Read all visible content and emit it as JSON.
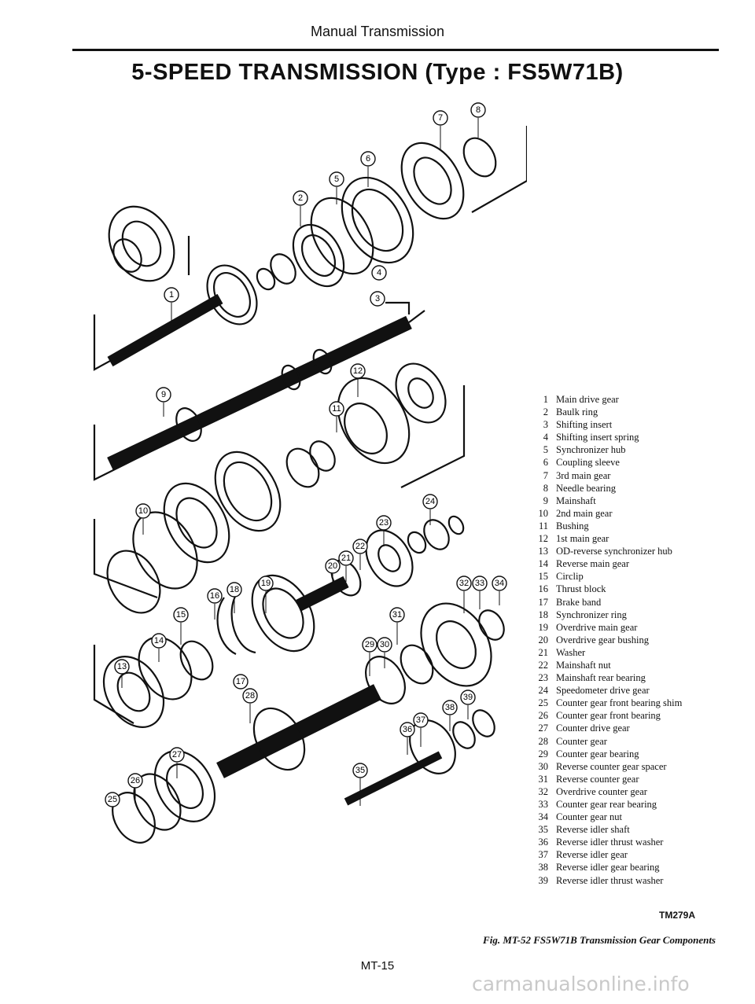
{
  "header": {
    "section": "Manual Transmission"
  },
  "title": "5-SPEED TRANSMISSION (Type : FS5W71B)",
  "legend": [
    {
      "n": "1",
      "label": "Main drive gear"
    },
    {
      "n": "2",
      "label": "Baulk ring"
    },
    {
      "n": "3",
      "label": "Shifting insert"
    },
    {
      "n": "4",
      "label": "Shifting insert spring"
    },
    {
      "n": "5",
      "label": "Synchronizer hub"
    },
    {
      "n": "6",
      "label": "Coupling sleeve"
    },
    {
      "n": "7",
      "label": "3rd main gear"
    },
    {
      "n": "8",
      "label": "Needle bearing"
    },
    {
      "n": "9",
      "label": "Mainshaft"
    },
    {
      "n": "10",
      "label": "2nd main gear"
    },
    {
      "n": "11",
      "label": "Bushing"
    },
    {
      "n": "12",
      "label": "1st main gear"
    },
    {
      "n": "13",
      "label": "OD-reverse synchronizer hub"
    },
    {
      "n": "14",
      "label": "Reverse main gear"
    },
    {
      "n": "15",
      "label": "Circlip"
    },
    {
      "n": "16",
      "label": "Thrust block"
    },
    {
      "n": "17",
      "label": "Brake band"
    },
    {
      "n": "18",
      "label": "Synchronizer ring"
    },
    {
      "n": "19",
      "label": "Overdrive main gear"
    },
    {
      "n": "20",
      "label": "Overdrive gear bushing"
    },
    {
      "n": "21",
      "label": "Washer"
    },
    {
      "n": "22",
      "label": "Mainshaft nut"
    },
    {
      "n": "23",
      "label": "Mainshaft rear bearing"
    },
    {
      "n": "24",
      "label": "Speedometer drive gear"
    },
    {
      "n": "25",
      "label": "Counter gear front bearing shim"
    },
    {
      "n": "26",
      "label": "Counter gear front bearing"
    },
    {
      "n": "27",
      "label": "Counter drive gear"
    },
    {
      "n": "28",
      "label": "Counter gear"
    },
    {
      "n": "29",
      "label": "Counter gear bearing"
    },
    {
      "n": "30",
      "label": "Reverse counter gear spacer"
    },
    {
      "n": "31",
      "label": "Reverse counter gear"
    },
    {
      "n": "32",
      "label": "Overdrive counter gear"
    },
    {
      "n": "33",
      "label": "Counter gear rear bearing"
    },
    {
      "n": "34",
      "label": "Counter gear nut"
    },
    {
      "n": "35",
      "label": "Reverse idler shaft"
    },
    {
      "n": "36",
      "label": "Reverse idler thrust washer"
    },
    {
      "n": "37",
      "label": "Reverse idler gear"
    },
    {
      "n": "38",
      "label": "Reverse idler gear bearing"
    },
    {
      "n": "39",
      "label": "Reverse idler thrust washer"
    }
  ],
  "code": "TM279A",
  "caption": "Fig. MT-52 FS5W71B Transmission Gear Components",
  "page_number": "MT-15",
  "watermark": "carmanualsonline.info"
}
